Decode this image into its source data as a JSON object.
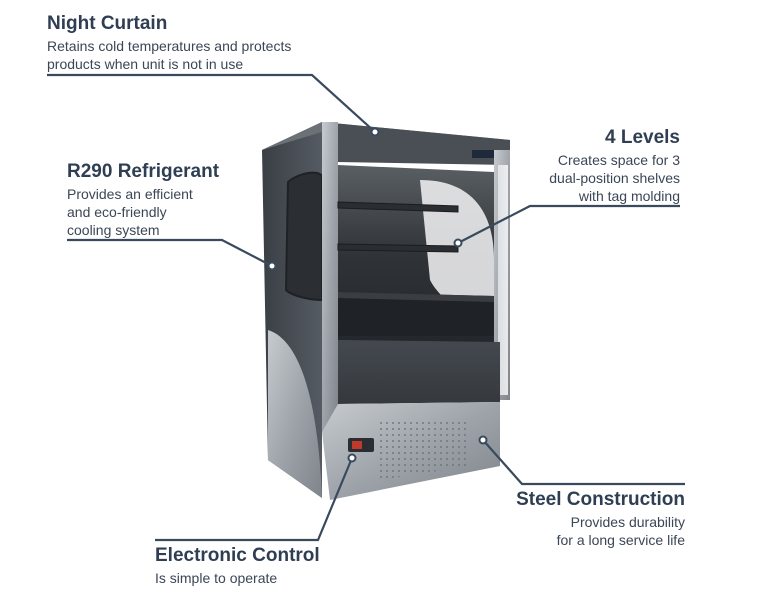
{
  "callouts": {
    "night_curtain": {
      "title": "Night Curtain",
      "desc_line1": "Retains cold temperatures and protects",
      "desc_line2": "products when unit is not in use"
    },
    "refrigerant": {
      "title": "R290 Refrigerant",
      "desc_line1": "Provides an efficient",
      "desc_line2": "and eco-friendly",
      "desc_line3": "cooling system"
    },
    "levels": {
      "title": "4 Levels",
      "desc_line1": "Creates space for 3",
      "desc_line2": "dual-position shelves",
      "desc_line3": "with tag molding"
    },
    "steel": {
      "title": "Steel Construction",
      "desc_line1": "Provides durability",
      "desc_line2": "for a long service life"
    },
    "control": {
      "title": "Electronic Control",
      "desc_line1": "Is simple to operate"
    }
  },
  "colors": {
    "heading": "#2f3e52",
    "leader_line": "#3a4a5e",
    "cabinet_dark": "#3d4248",
    "cabinet_steel": "#9aa0a6"
  },
  "icons": {
    "product": "refrigerated-display-case-icon"
  }
}
